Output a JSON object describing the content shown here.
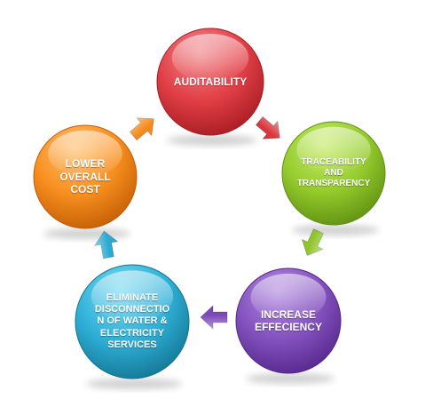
{
  "diagram": {
    "nodes": [
      {
        "id": "auditability",
        "lines": [
          "AUDITABILITY"
        ],
        "color_light": "#f08a8e",
        "color_mid": "#e23f46",
        "color_dark": "#a61c22"
      },
      {
        "id": "traceability",
        "lines": [
          "TRACEABILITY",
          "AND",
          "TRANSPARENCY"
        ],
        "color_light": "#c6ec6a",
        "color_mid": "#95cc2c",
        "color_dark": "#5f8f12"
      },
      {
        "id": "efficiency",
        "lines": [
          "INCREASE",
          "EFFECIENCY"
        ],
        "color_light": "#b28ce0",
        "color_mid": "#8452bf",
        "color_dark": "#55278a"
      },
      {
        "id": "eliminate",
        "lines": [
          "ELIMINATE",
          "DISCONNECTIO",
          "N OF WATER &",
          "ELECTRICITY",
          "SERVICES"
        ],
        "color_light": "#7ddcf2",
        "color_mid": "#2fb0d8",
        "color_dark": "#137592"
      },
      {
        "id": "cost",
        "lines": [
          "LOWER",
          "OVERALL",
          "COST"
        ],
        "color_light": "#ffc274",
        "color_mid": "#f88e1e",
        "color_dark": "#c25e05"
      }
    ],
    "arrows": [
      {
        "from": "auditability",
        "to": "traceability",
        "color": "#d9363e"
      },
      {
        "from": "traceability",
        "to": "efficiency",
        "color": "#8fc42a"
      },
      {
        "from": "efficiency",
        "to": "eliminate",
        "color": "#7c48b8"
      },
      {
        "from": "eliminate",
        "to": "cost",
        "color": "#2aa9d2"
      },
      {
        "from": "cost",
        "to": "auditability",
        "color": "#f58a1c"
      }
    ]
  }
}
